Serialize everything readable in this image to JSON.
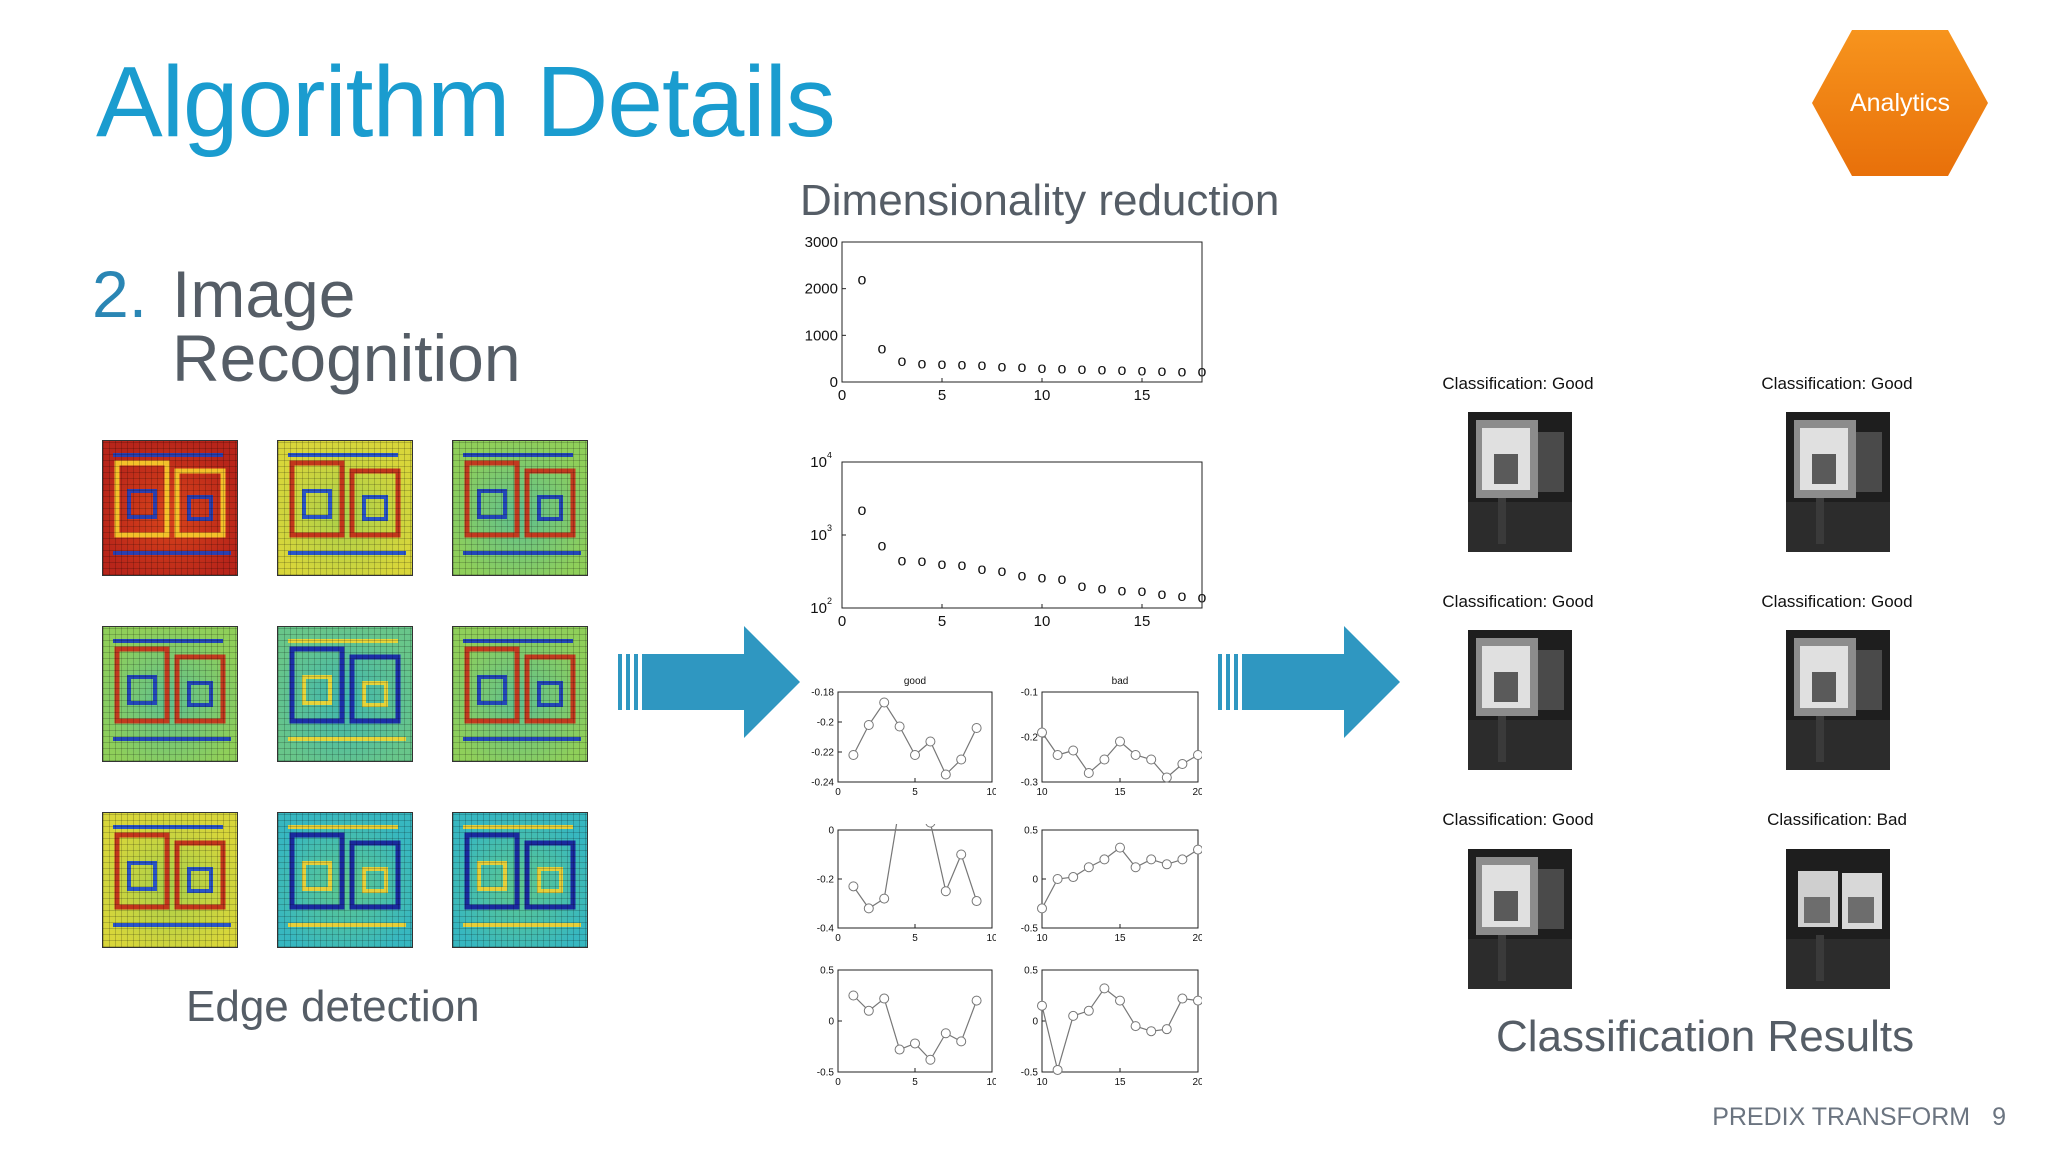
{
  "slide": {
    "title": "Algorithm Details",
    "badge": "Analytics",
    "subheading": {
      "number": "2.",
      "line1": "Image",
      "line2": "Recognition"
    },
    "edge_caption": "Edge detection",
    "dimred_title": "Dimensionality reduction",
    "classification_caption": "Classification Results",
    "footer": {
      "brand": "PREDIX TRANSFORM",
      "page": "9"
    },
    "colors": {
      "title": "#1a9ccf",
      "badge": "#f0820f",
      "arrow": "#2f97c1",
      "text_gray": "#555d66"
    }
  },
  "edge_tiles": [
    {
      "base": "red"
    },
    {
      "base": "yellow"
    },
    {
      "base": "green"
    },
    {
      "base": "green"
    },
    {
      "base": "teal"
    },
    {
      "base": "green"
    },
    {
      "base": "yellow"
    },
    {
      "base": "cyan"
    },
    {
      "base": "cyan"
    }
  ],
  "classifications": [
    {
      "label": "Classification: Good"
    },
    {
      "label": "Classification: Good"
    },
    {
      "label": "Classification: Good"
    },
    {
      "label": "Classification: Good"
    },
    {
      "label": "Classification: Good"
    },
    {
      "label": "Classification: Bad"
    }
  ],
  "chart_data": [
    {
      "type": "scatter",
      "x": [
        1,
        2,
        3,
        4,
        5,
        6,
        7,
        8,
        9,
        10,
        11,
        12,
        13,
        14,
        15,
        16,
        17,
        18
      ],
      "y": [
        2200,
        720,
        450,
        400,
        390,
        370,
        360,
        330,
        320,
        300,
        290,
        280,
        270,
        260,
        250,
        240,
        230,
        220
      ],
      "xlim": [
        0,
        18
      ],
      "ylim": [
        0,
        3000
      ],
      "xticks": [
        "0",
        "5",
        "10",
        "15"
      ],
      "yticks": [
        "0",
        "1000",
        "2000",
        "3000"
      ]
    },
    {
      "type": "scatter",
      "scale": "log",
      "x": [
        1,
        2,
        3,
        4,
        5,
        6,
        7,
        8,
        9,
        10,
        11,
        12,
        13,
        14,
        15,
        16,
        17,
        18
      ],
      "y": [
        2200,
        720,
        450,
        440,
        400,
        390,
        340,
        320,
        280,
        260,
        250,
        200,
        185,
        175,
        170,
        155,
        145,
        140
      ],
      "xlim": [
        0,
        18
      ],
      "ylim": [
        100,
        10000
      ],
      "xticks": [
        "0",
        "5",
        "10",
        "15"
      ],
      "yticks": [
        {
          "base": "10",
          "exp": "2"
        },
        {
          "base": "10",
          "exp": "3"
        },
        {
          "base": "10",
          "exp": "4"
        }
      ]
    },
    {
      "type": "line",
      "title": "good",
      "x": [
        1,
        2,
        3,
        4,
        5,
        6,
        7,
        8,
        9
      ],
      "y": [
        -0.222,
        -0.202,
        -0.187,
        -0.203,
        -0.222,
        -0.213,
        -0.235,
        -0.225,
        -0.204
      ],
      "xlim": [
        0,
        10
      ],
      "ylim": [
        -0.24,
        -0.18
      ],
      "xticks": [
        "0",
        "5",
        "10"
      ],
      "yticks": [
        "-0.24",
        "-0.22",
        "-0.2",
        "-0.18"
      ]
    },
    {
      "type": "line",
      "title": "bad",
      "x": [
        10,
        11,
        12,
        13,
        14,
        15,
        16,
        17,
        18,
        19,
        20
      ],
      "y": [
        -0.19,
        -0.24,
        -0.23,
        -0.28,
        -0.25,
        -0.21,
        -0.24,
        -0.25,
        -0.29,
        -0.26,
        -0.24
      ],
      "xlim": [
        10,
        20
      ],
      "ylim": [
        -0.3,
        -0.1
      ],
      "xticks": [
        "10",
        "15",
        "20"
      ],
      "yticks": [
        "-0.3",
        "-0.2",
        "-0.1"
      ]
    },
    {
      "type": "line",
      "x": [
        1,
        2,
        3,
        4,
        5,
        6,
        7,
        8,
        9
      ],
      "y": [
        -0.23,
        -0.32,
        -0.28,
        0.1,
        0.05,
        0.03,
        -0.25,
        -0.1,
        -0.29
      ],
      "xlim": [
        0,
        10
      ],
      "ylim": [
        -0.4,
        0
      ],
      "xticks": [
        "0",
        "5",
        "10"
      ],
      "yticks": [
        "-0.4",
        "-0.2",
        "0"
      ]
    },
    {
      "type": "line",
      "x": [
        10,
        11,
        12,
        13,
        14,
        15,
        16,
        17,
        18,
        19,
        20
      ],
      "y": [
        -0.3,
        0.0,
        0.02,
        0.12,
        0.2,
        0.32,
        0.12,
        0.2,
        0.15,
        0.2,
        0.3,
        0.22
      ],
      "xlim": [
        10,
        20
      ],
      "ylim": [
        -0.5,
        0.5
      ],
      "xticks": [
        "10",
        "15",
        "20"
      ],
      "yticks": [
        "-0.5",
        "0",
        "0.5"
      ]
    },
    {
      "type": "line",
      "x": [
        1,
        2,
        3,
        4,
        5,
        6,
        7,
        8,
        9
      ],
      "y": [
        0.25,
        0.1,
        0.22,
        -0.28,
        -0.22,
        -0.38,
        -0.12,
        -0.2,
        0.2
      ],
      "xlim": [
        0,
        10
      ],
      "ylim": [
        -0.5,
        0.5
      ],
      "xticks": [
        "0",
        "5",
        "10"
      ],
      "yticks": [
        "-0.5",
        "0",
        "0.5"
      ]
    },
    {
      "type": "line",
      "x": [
        10,
        11,
        12,
        13,
        14,
        15,
        16,
        17,
        18,
        19,
        20
      ],
      "y": [
        0.15,
        -0.48,
        0.05,
        0.1,
        0.32,
        0.2,
        -0.05,
        -0.1,
        -0.08,
        0.22,
        0.2
      ],
      "xlim": [
        10,
        20
      ],
      "ylim": [
        -0.5,
        0.5
      ],
      "xticks": [
        "10",
        "15",
        "20"
      ],
      "yticks": [
        "-0.5",
        "0",
        "0.5"
      ]
    }
  ]
}
